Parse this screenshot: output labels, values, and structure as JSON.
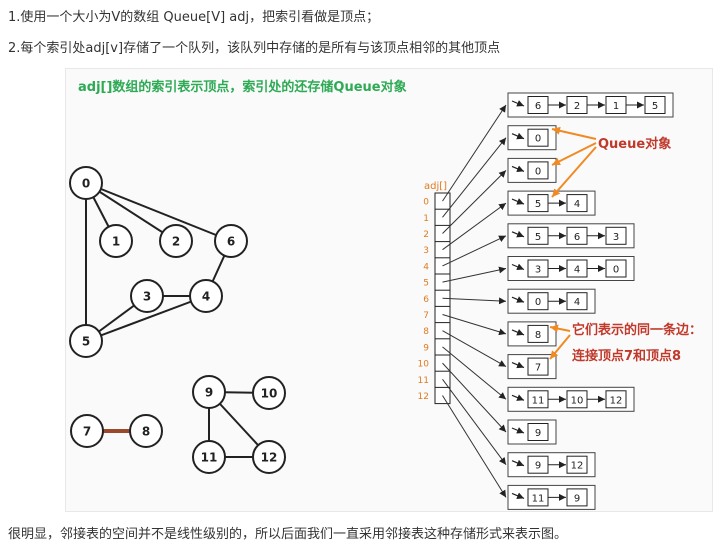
{
  "text": {
    "line1": "1.使用一个大小为V的数组 Queue[V] adj，把索引看做是顶点；",
    "line2": "2.每个索引处adj[v]存储了一个队列，该队列中存储的是所有与该顶点相邻的其他顶点",
    "footer": "很明显，邻接表的空间并不是线性级别的，所以后面我们一直采用邻接表这种存储形式来表示图。"
  },
  "figure": {
    "title": "adj[]数组的索引表示顶点，索引处的还存储Queue对象",
    "array_label": "adj[]",
    "queue_label": "Queue对象",
    "edge_note_line1": "它们表示的同一条边：",
    "edge_note_line2": "连接顶点7和顶点8",
    "colors": {
      "title": "#2eaa55",
      "annotation": "#c0392b",
      "orange_arrow": "#f08a24",
      "index_label": "#e07b20",
      "highlight_edge": "#9a4a2a"
    }
  },
  "graph": {
    "vertices": [
      "0",
      "1",
      "2",
      "3",
      "4",
      "5",
      "6",
      "7",
      "8",
      "9",
      "10",
      "11",
      "12"
    ],
    "edges": [
      [
        "0",
        "1"
      ],
      [
        "0",
        "2"
      ],
      [
        "0",
        "6"
      ],
      [
        "0",
        "5"
      ],
      [
        "6",
        "4"
      ],
      [
        "3",
        "4"
      ],
      [
        "3",
        "5"
      ],
      [
        "4",
        "5"
      ],
      [
        "7",
        "8"
      ],
      [
        "9",
        "10"
      ],
      [
        "9",
        "11"
      ],
      [
        "9",
        "12"
      ],
      [
        "11",
        "12"
      ]
    ]
  },
  "adjacency": {
    "indices": [
      "0",
      "1",
      "2",
      "3",
      "4",
      "5",
      "6",
      "7",
      "8",
      "9",
      "10",
      "11",
      "12"
    ],
    "lists": [
      [
        "6",
        "2",
        "1",
        "5"
      ],
      [
        "0"
      ],
      [
        "0"
      ],
      [
        "5",
        "4"
      ],
      [
        "5",
        "6",
        "3"
      ],
      [
        "3",
        "4",
        "0"
      ],
      [
        "0",
        "4"
      ],
      [
        "8"
      ],
      [
        "7"
      ],
      [
        "11",
        "10",
        "12"
      ],
      [
        "9"
      ],
      [
        "9",
        "12"
      ],
      [
        "11",
        "9"
      ]
    ]
  }
}
